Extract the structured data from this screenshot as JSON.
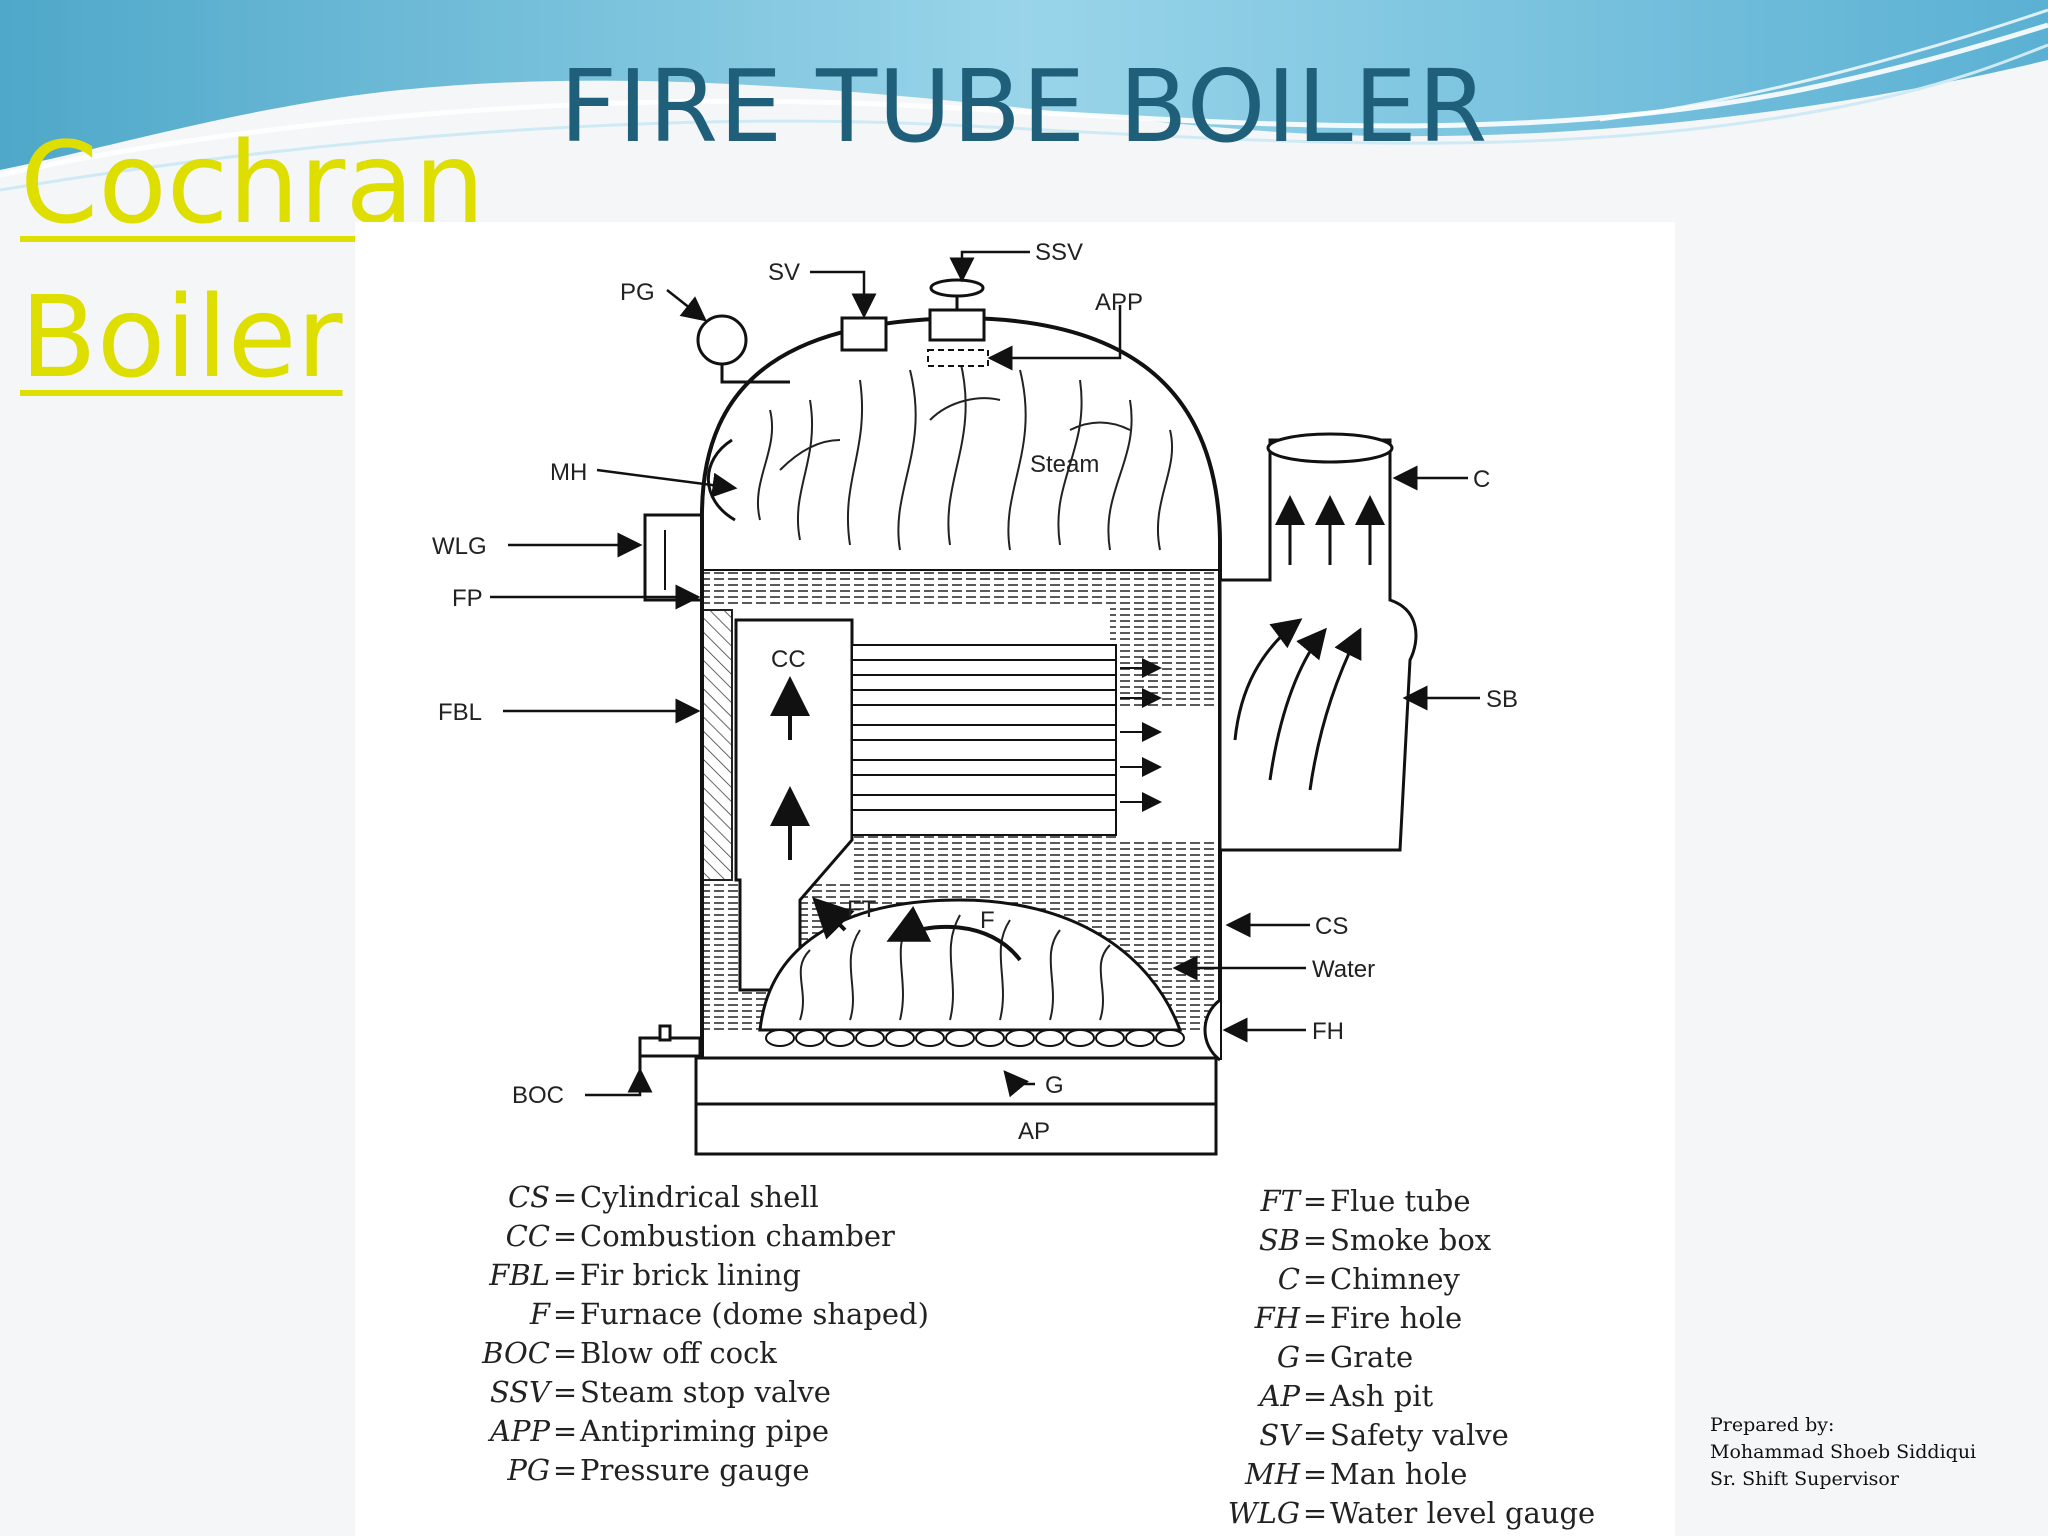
{
  "slide": {
    "title": "FIRE TUBE BOILER",
    "subtitle_line1": "Cochran",
    "subtitle_line2": "Boiler",
    "colors": {
      "title": "#1f5f7a",
      "subtitle": "#dede00",
      "wave": "#5bb6d6"
    }
  },
  "diagram": {
    "labels": {
      "ssv": "SSV",
      "sv": "SV",
      "pg": "PG",
      "app": "APP",
      "mh": "MH",
      "wlg": "WLG",
      "fp": "FP",
      "fbl": "FBL",
      "c": "C",
      "sb": "SB",
      "cc": "CC",
      "steam": "Steam",
      "ft": "FT",
      "f": "F",
      "cs": "CS",
      "water": "Water",
      "fh": "FH",
      "g": "G",
      "boc": "BOC",
      "ap": "AP"
    }
  },
  "legend": {
    "left": [
      {
        "abbr": "CS",
        "text": "Cylindrical shell"
      },
      {
        "abbr": "CC",
        "text": "Combustion chamber"
      },
      {
        "abbr": "FBL",
        "text": "Fir brick lining"
      },
      {
        "abbr": "F",
        "text": "Furnace (dome shaped)"
      },
      {
        "abbr": "BOC",
        "text": "Blow off cock"
      },
      {
        "abbr": "SSV",
        "text": "Steam stop valve"
      },
      {
        "abbr": "APP",
        "text": "Antipriming pipe"
      },
      {
        "abbr": "PG",
        "text": "Pressure gauge"
      }
    ],
    "right": [
      {
        "abbr": "FT",
        "text": "Flue tube"
      },
      {
        "abbr": "SB",
        "text": "Smoke box"
      },
      {
        "abbr": "C",
        "text": "Chimney"
      },
      {
        "abbr": "FH",
        "text": "Fire hole"
      },
      {
        "abbr": "G",
        "text": "Grate"
      },
      {
        "abbr": "AP",
        "text": "Ash pit"
      },
      {
        "abbr": "SV",
        "text": "Safety valve"
      },
      {
        "abbr": "MH",
        "text": "Man hole"
      },
      {
        "abbr": "WLG",
        "text": "Water level gauge"
      }
    ],
    "eq": "="
  },
  "credit": {
    "line1": "Prepared by:",
    "line2": "Mohammad Shoeb Siddiqui",
    "line3": "Sr. Shift Supervisor"
  }
}
